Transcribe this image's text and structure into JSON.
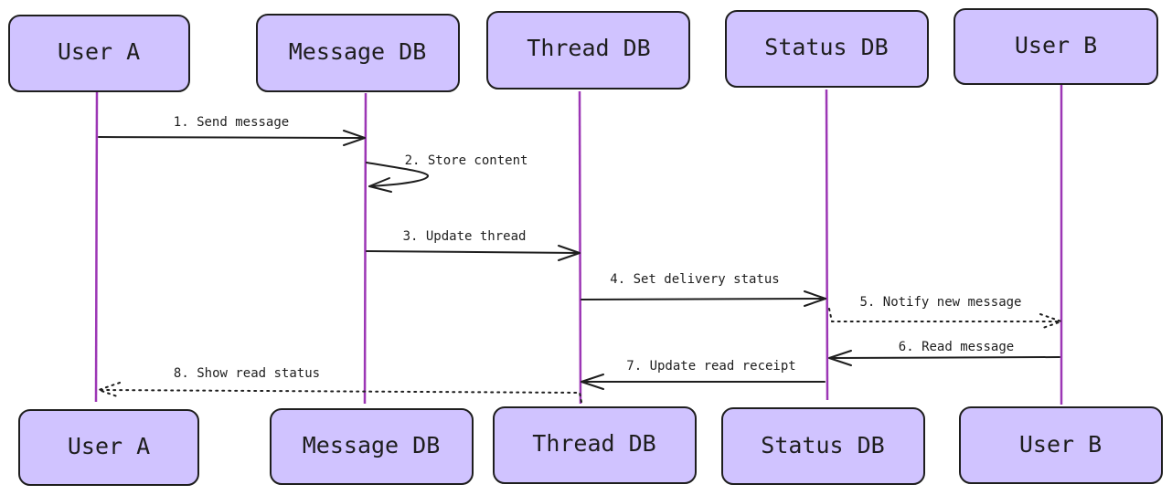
{
  "participants": {
    "user_a": "User A",
    "message_db": "Message DB",
    "thread_db": "Thread DB",
    "status_db": "Status DB",
    "user_b": "User B"
  },
  "messages": {
    "m1": "1. Send message",
    "m2": "2. Store content",
    "m3": "3. Update thread",
    "m4": "4. Set delivery status",
    "m5": "5. Notify new message",
    "m6": "6. Read message",
    "m7": "7. Update read receipt",
    "m8": "8. Show read status"
  },
  "colors": {
    "box_fill": "#d0c3ff",
    "lifeline": "#9c36b5",
    "stroke": "#1e1e1e"
  }
}
